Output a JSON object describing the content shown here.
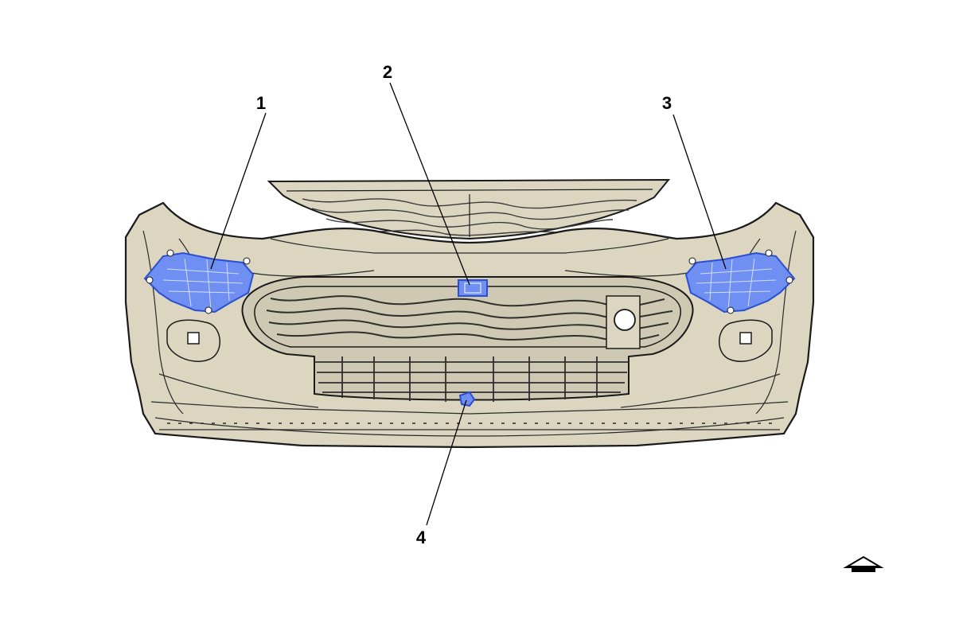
{
  "callouts": [
    {
      "id": "1",
      "label": "1"
    },
    {
      "id": "2",
      "label": "2"
    },
    {
      "id": "3",
      "label": "3"
    },
    {
      "id": "4",
      "label": "4"
    }
  ],
  "icons": {
    "view_direction": "front-view-arrow-icon"
  },
  "colors": {
    "bumper_fill": "#dcd6c1",
    "line": "#1a1a1a",
    "highlight": "#5b82f0",
    "background": "#ffffff"
  }
}
